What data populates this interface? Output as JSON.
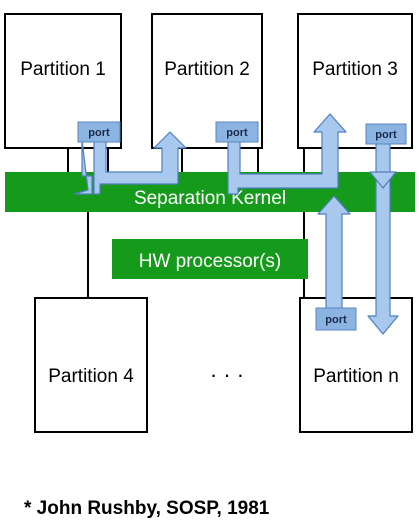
{
  "partitions": {
    "p1": "Partition 1",
    "p2": "Partition 2",
    "p3": "Partition 3",
    "p4": "Partition 4",
    "pn": "Partition n"
  },
  "kernel_label": "Separation Kernel",
  "hw_label": "HW processor(s)",
  "port_label": "port",
  "ellipsis": "·   ·   ·",
  "citation": "* John Rushby, SOSP, 1981",
  "colors": {
    "kernel_green": "#159a1c",
    "arrow_blue": "#a9c8ee",
    "port_blue": "#8cb4e2"
  }
}
